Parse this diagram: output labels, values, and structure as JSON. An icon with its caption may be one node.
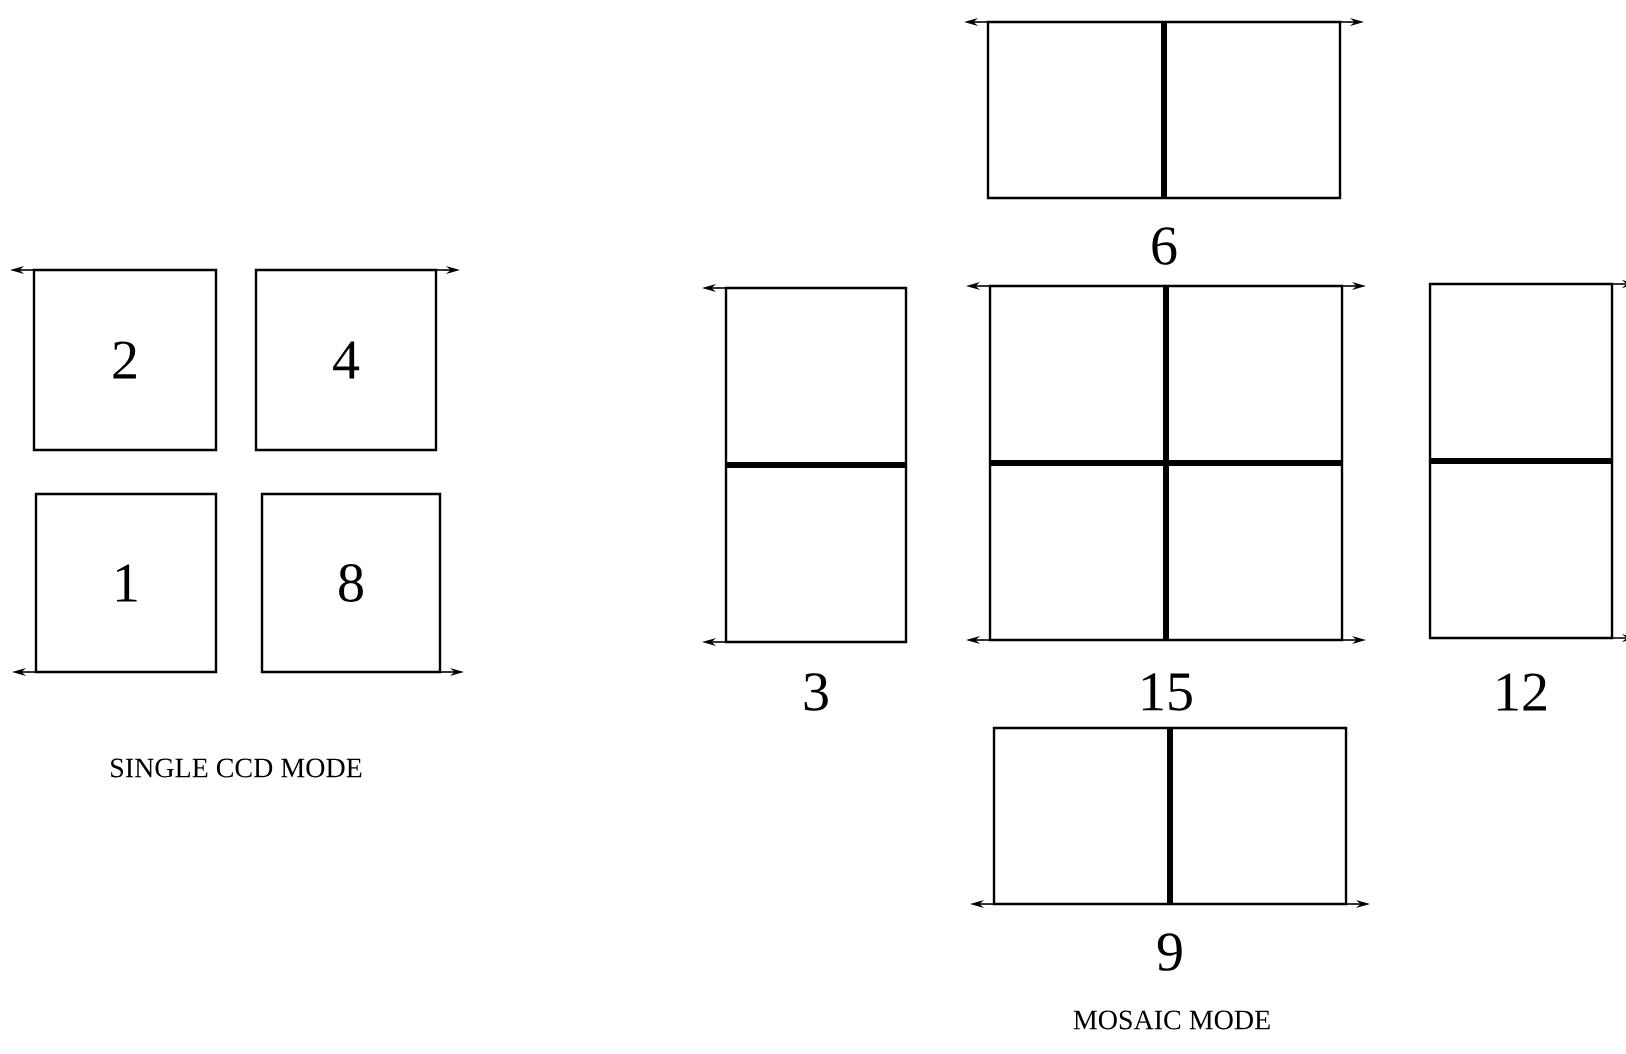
{
  "diagram": {
    "nodes": [
      {
        "text": [
          "2"
        ]
      },
      {
        "text": [
          "4"
        ]
      },
      {
        "text": [
          "1"
        ]
      },
      {
        "text": [
          "8"
        ]
      },
      {
        "text": [
          "6"
        ]
      },
      {
        "text": [
          "3"
        ]
      },
      {
        "text": [
          "15"
        ]
      },
      {
        "text": [
          "12"
        ]
      },
      {
        "text": [
          "9"
        ]
      }
    ],
    "labels": [
      "SINGLE CCD MODE",
      "MOSAIC MODE"
    ]
  }
}
